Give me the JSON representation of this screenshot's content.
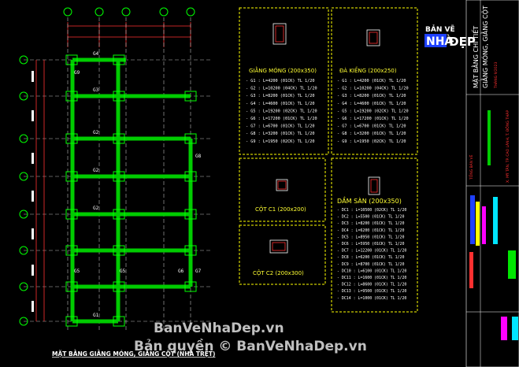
{
  "logo": {
    "line1": "BẢN VẼ",
    "nha": "NHÀ",
    "dep": "ĐẸP"
  },
  "title_block": {
    "title": "MẶT BẰNG CHI TIẾT",
    "subtitle": "GIẰNG MÓNG, GIẰNG CỘT",
    "date": "THÁNG 9/2023",
    "owner_label": "TỔNG BẢN VẼ",
    "location": "X. MỸ TÂN, TP. CAO LÃNH, T. ĐỒNG THÁP"
  },
  "plan": {
    "caption": "MẶT BẰNG GIẰNG MÓNG, GIẰNG CỘT (NHÀ TRỆT)",
    "beam_labels": [
      "G4",
      "G3",
      "G2",
      "G2",
      "G2",
      "G1",
      "G5",
      "G5",
      "G6",
      "G7",
      "G8",
      "G9"
    ]
  },
  "details": {
    "giang_mong": {
      "title": "GIẰNG MÓNG (200x350)",
      "rows": [
        "- G1 : L=4200 (01CK) TL 1/20",
        "- G2 : L=10200 (04CK) TL 1/20",
        "- G3 : L=8200 (01CK) TL 1/20",
        "- G4 : L=4600 (01CK) TL 1/20",
        "- G5 : L=19200 (02CK) TL 1/20",
        "- G6 : L=17200 (01CK) TL 1/20",
        "- G7 : L=6700 (01CK) TL 1/20",
        "- G8 : L=3200 (01CK) TL 1/20",
        "- G9 : L=1950 (02CK) TL 1/20"
      ]
    },
    "da_kieng": {
      "title": "ĐÀ KIỀNG (200x250)",
      "rows": [
        "- G1 : L=4200 (01CK) TL 1/20",
        "- G2 : L=10200 (04CK) TL 1/20",
        "- G3 : L=8200 (01CK) TL 1/20",
        "- G4 : L=4600 (01CK) TL 1/20",
        "- G5 : L=19200 (02CK) TL 1/20",
        "- G6 : L=17200 (01CK) TL 1/20",
        "- G7 : L=6700 (01CK) TL 1/20",
        "- G8 : L=3200 (01CK) TL 1/20",
        "- G9 : L=1950 (02CK) TL 1/20"
      ]
    },
    "cot_c1": {
      "title": "CỘT C1 (200x200)"
    },
    "cot_c2": {
      "title": "CỘT C2 (200x300)"
    },
    "dam_san": {
      "title": "DẦM SÀN (200x350)",
      "rows": [
        "- DC1 : L=10500 (02CK) TL 1/20",
        "- DC2 : L=5500 (01CK) TL 1/20",
        "- DC3 : L=8200 (01CK) TL 1/20",
        "- DC4 : L=6200 (01CK) TL 1/20",
        "- DC5 : L=8950 (01CK) TL 1/20",
        "- DC6 : L=5950 (01CK) TL 1/20",
        "- DC7 : L=12200 (01CK) TL 1/20",
        "- DC8 : L=6200 (01CK) TL 1/20",
        "- DC9 : L=8700 (01CK) TL 1/20",
        "- DC10 : L=6100 (01CK) TL 1/20",
        "- DC11 : L=1600 (01CK) TL 1/20",
        "- DC12 : L=8600 (01CK) TL 1/20",
        "- DC13 : L=9500 (01CK) TL 1/20",
        "- DC14 : L=1000 (01CK) TL 1/20"
      ]
    }
  },
  "watermarks": {
    "w1": "BanVeNhaDep.vn",
    "w2": "Bản quyền © BanVeNhaDep.vn"
  },
  "colors": {
    "bg": "#000000",
    "beam": "#00cc00",
    "frame": "#ffff00",
    "text_yellow": "#ffff33",
    "text_white": "#ffffff",
    "text_red": "#ff3030",
    "magenta": "#ff00ff",
    "blue": "#1e40ff"
  }
}
